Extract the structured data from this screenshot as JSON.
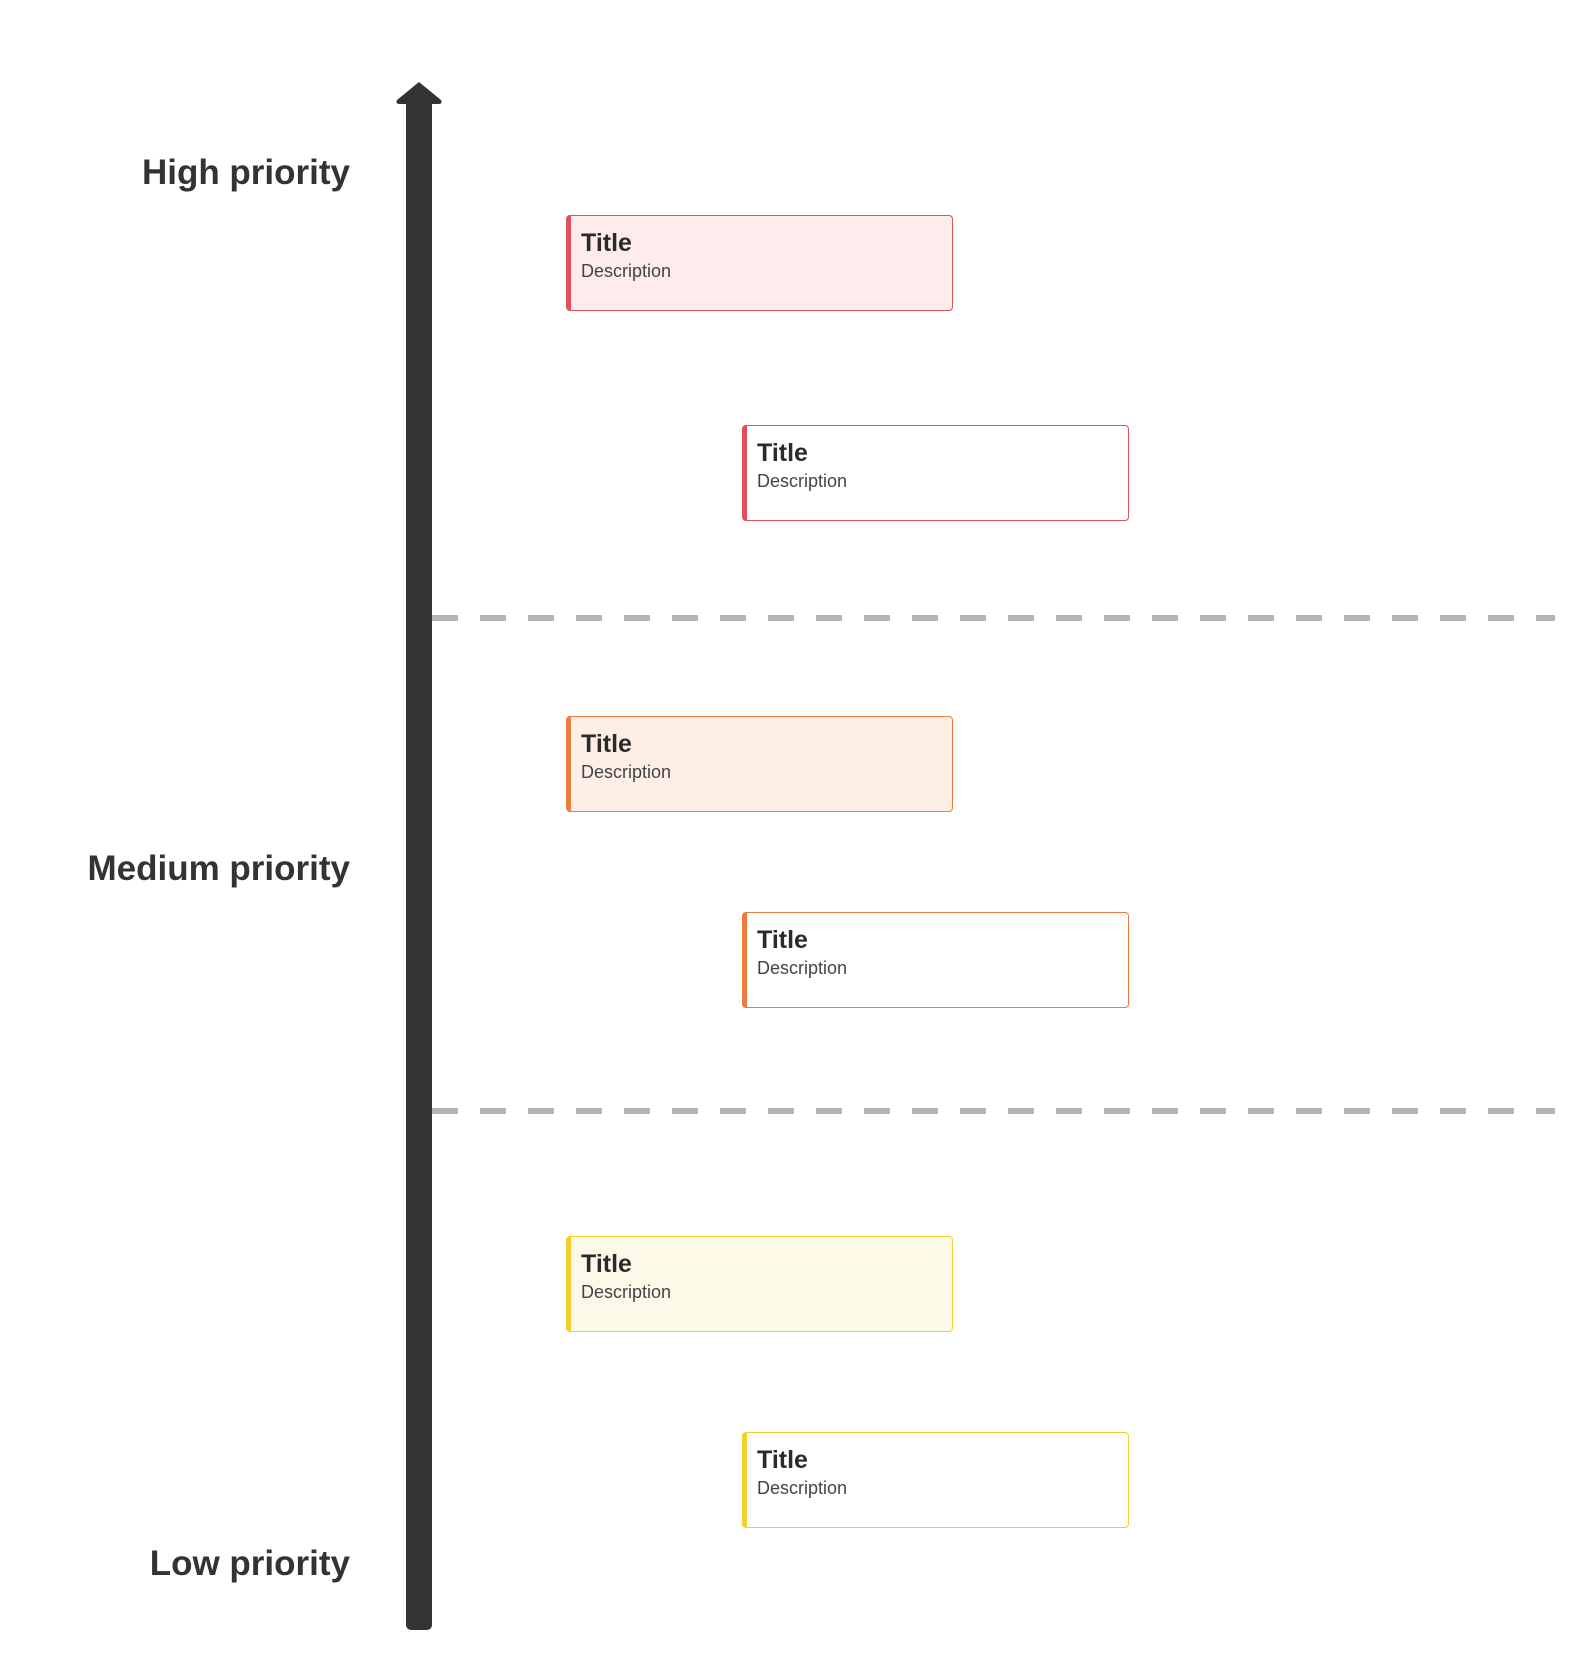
{
  "colors": {
    "axis": "#333333",
    "divider": "#b3b3b3",
    "high_border": "#e0505a",
    "high_fill": "#fdeceb",
    "medium_border": "#ee7a3c",
    "medium_fill": "#fdeee6",
    "low_border": "#f3cf2a",
    "low_fill": "#fdf9e9",
    "plain_fill": "#ffffff"
  },
  "axis": {
    "direction": "up",
    "icon": "arrow-up-icon"
  },
  "priority_labels": {
    "high": "High priority",
    "medium": "Medium priority",
    "low": "Low priority"
  },
  "cards": [
    {
      "title": "Title",
      "description": "Description",
      "priority": "high",
      "filled": true
    },
    {
      "title": "Title",
      "description": "Description",
      "priority": "high",
      "filled": false
    },
    {
      "title": "Title",
      "description": "Description",
      "priority": "medium",
      "filled": true
    },
    {
      "title": "Title",
      "description": "Description",
      "priority": "medium",
      "filled": false
    },
    {
      "title": "Title",
      "description": "Description",
      "priority": "low",
      "filled": true
    },
    {
      "title": "Title",
      "description": "Description",
      "priority": "low",
      "filled": false
    }
  ]
}
